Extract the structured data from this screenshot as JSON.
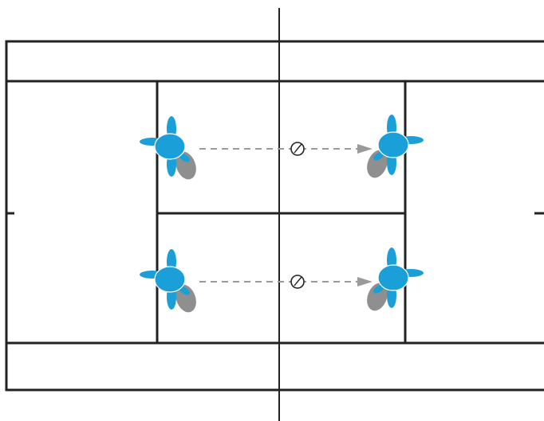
{
  "colors": {
    "court_lines": "#222222",
    "player_body": "#1a9fd8",
    "player_shadow": "#8f8f8f",
    "arrow": "#9a9a9a",
    "background": "#ffffff"
  },
  "players": [
    {
      "id": "left-top",
      "facing": "right",
      "icon": "player-icon"
    },
    {
      "id": "right-top",
      "facing": "left",
      "icon": "player-icon"
    },
    {
      "id": "left-bottom",
      "facing": "right",
      "icon": "player-icon"
    },
    {
      "id": "right-bottom",
      "facing": "left",
      "icon": "player-icon"
    }
  ],
  "balls": [
    {
      "lane": "top",
      "icon": "tennis-ball-icon"
    },
    {
      "lane": "bottom",
      "icon": "tennis-ball-icon"
    }
  ],
  "arrows": [
    {
      "lane": "top",
      "direction": "right",
      "style": "dashed"
    },
    {
      "lane": "bottom",
      "direction": "right",
      "style": "dashed"
    }
  ]
}
